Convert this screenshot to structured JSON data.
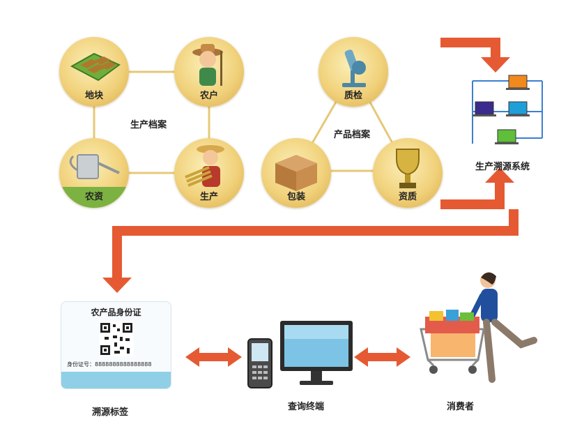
{
  "production_archive": {
    "label": "生产档案",
    "nodes": [
      "地块",
      "农户",
      "农资",
      "生产"
    ]
  },
  "product_archive": {
    "label": "产品档案",
    "nodes": [
      "质检",
      "包装",
      "资质"
    ]
  },
  "traceability_system": {
    "label": "生产溯源系统"
  },
  "id_card": {
    "title": "农产品身份证",
    "id_text": "身份证号：8888888888888888"
  },
  "bottom_labels": {
    "tag": "溯源标签",
    "terminal": "查询终端",
    "consumer": "消费者"
  },
  "colors": {
    "arrow": "#e55a33",
    "circle": "#f1d27c",
    "card_band": "#8fd0e6"
  }
}
